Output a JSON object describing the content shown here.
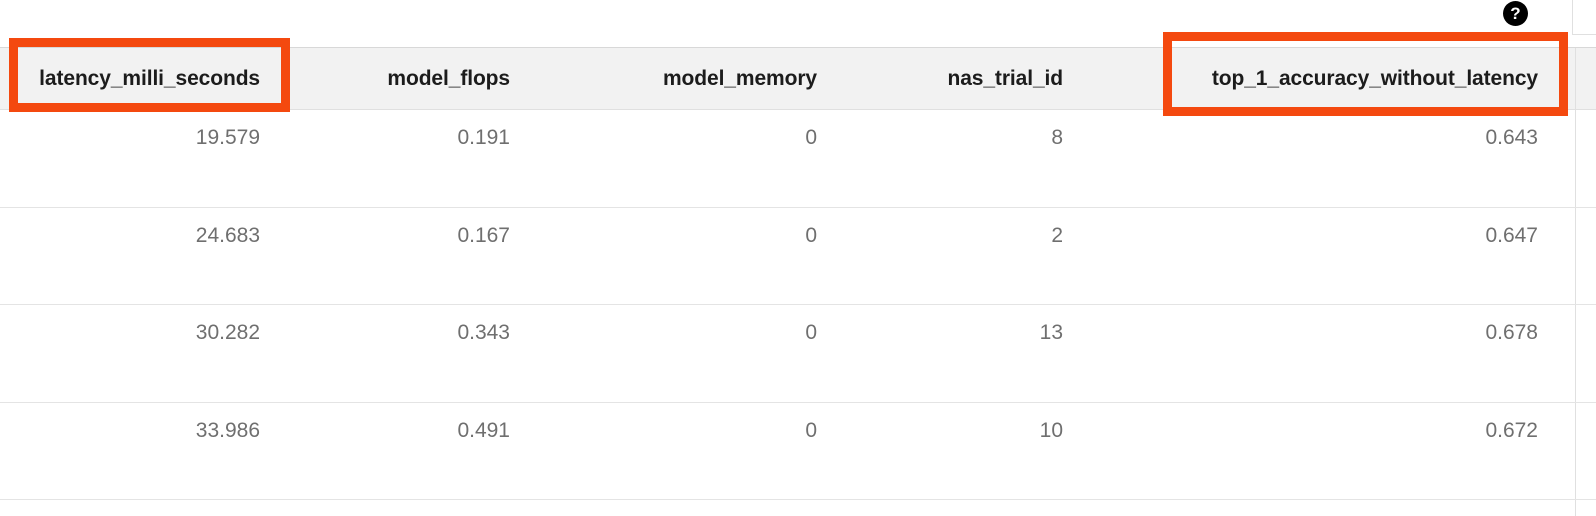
{
  "help": {
    "glyph": "?"
  },
  "table": {
    "columns": [
      {
        "label": "latency_milli_seconds",
        "highlighted": true
      },
      {
        "label": "model_flops",
        "highlighted": false
      },
      {
        "label": "model_memory",
        "highlighted": false
      },
      {
        "label": "nas_trial_id",
        "highlighted": false
      },
      {
        "label": "top_1_accuracy_without_latency",
        "highlighted": true
      }
    ],
    "rows": [
      [
        "19.579",
        "0.191",
        "0",
        "8",
        "0.643"
      ],
      [
        "24.683",
        "0.167",
        "0",
        "2",
        "0.647"
      ],
      [
        "30.282",
        "0.343",
        "0",
        "13",
        "0.678"
      ],
      [
        "33.986",
        "0.491",
        "0",
        "10",
        "0.672"
      ]
    ]
  },
  "colors": {
    "highlight": "#f4490f",
    "header_bg": "#f2f2f2",
    "border": "#e0e0e0",
    "value_text": "#6f6f6f",
    "header_text": "#1c1c1c"
  }
}
